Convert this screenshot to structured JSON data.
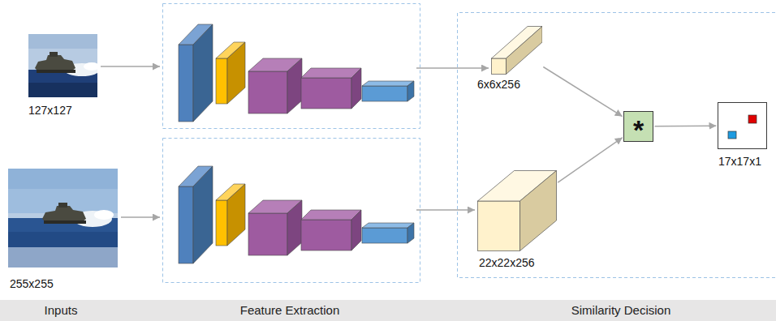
{
  "diagram": {
    "nodes": [
      {
        "text": [
          "127x127"
        ]
      },
      {
        "text": [
          "6x6x256"
        ]
      },
      {
        "text": [
          "*"
        ]
      },
      {
        "text": [
          "17x17x1"
        ]
      },
      {
        "text": [
          "255x255"
        ]
      },
      {
        "text": [
          "22x22x256"
        ]
      },
      {
        "text": [
          "Inputs",
          "Feature Extraction",
          "Similarity Decision"
        ]
      }
    ],
    "edges": [
      {
        "from": 1,
        "to": 2,
        "arrow": "to"
      },
      {
        "from": 5,
        "to": 2,
        "arrow": "to"
      },
      {
        "from": 2,
        "to": 3,
        "arrow": "to"
      }
    ]
  }
}
